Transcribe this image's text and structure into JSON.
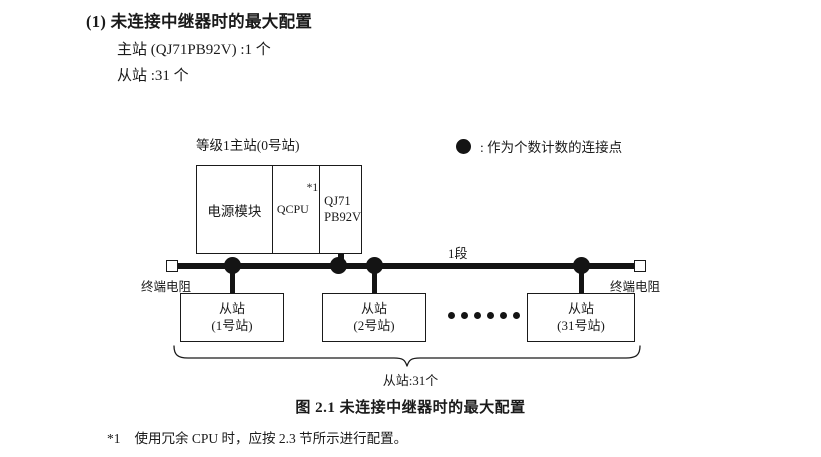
{
  "section": {
    "title": "(1) 未连接中继器时的最大配置",
    "line1": "主站 (QJ71PB92V) :1 个",
    "line2": "从站 :31 个"
  },
  "legend": {
    "symbol": "filled-circle",
    "text": ": 作为个数计数的连接点"
  },
  "diagram": {
    "master": {
      "label": "等级1主站(0号站)",
      "cells": [
        {
          "name": "power-supply",
          "text": "电源模块"
        },
        {
          "name": "cpu",
          "text": "QCPU",
          "footnote_mark": "*1"
        },
        {
          "name": "network-module",
          "line1": "QJ71",
          "line2": "PB92V"
        }
      ]
    },
    "bus": {
      "segment_label": "1段",
      "terminator_left": "终端电阻",
      "terminator_right": "终端电阻",
      "tap_count": 4
    },
    "slaves": [
      {
        "line1": "从站",
        "line2": "(1号站)"
      },
      {
        "line1": "从站",
        "line2": "(2号站)"
      },
      {
        "line1": "从站",
        "line2": "(31号站)"
      }
    ],
    "ellipsis_dot_count": 6,
    "total_label": "从站:31个"
  },
  "caption": "图 2.1  未连接中继器时的最大配置",
  "footnote": {
    "mark": "*1",
    "text": "使用冗余 CPU 时，应按 2.3 节所示进行配置。"
  },
  "colors": {
    "ink": "#1a1a1a",
    "line": "#141414",
    "paper": "#ffffff"
  }
}
